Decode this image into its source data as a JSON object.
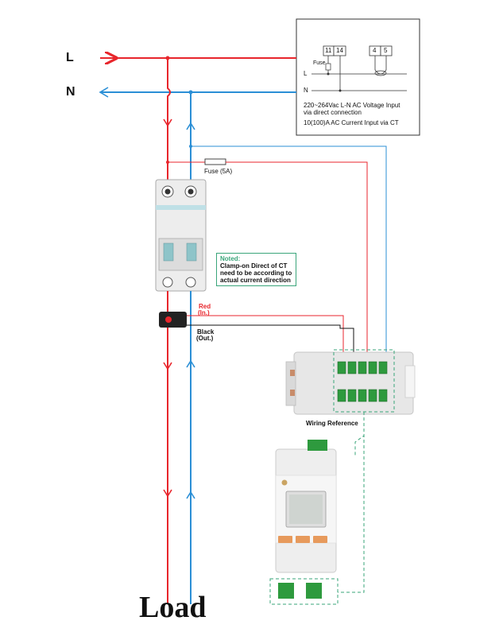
{
  "lines": {
    "L": "L",
    "N": "N"
  },
  "spec_box": {
    "terminals_left": [
      "11",
      "14"
    ],
    "terminals_right": [
      "4",
      "5"
    ],
    "fuse_label": "Fuse",
    "line_L": "L",
    "line_N": "N",
    "text_line1": "220~264Vac L-N AC Voltage Input",
    "text_line2": "via direct connection",
    "text_line3": "10(100)A AC Current Input via CT"
  },
  "fuse": {
    "label": "Fuse (5A)"
  },
  "note": {
    "title": "Noted:",
    "line1": "Clamp-on Direct of CT",
    "line2": "need to be according to",
    "line3": "actual current direction"
  },
  "ct": {
    "red_label": "Red",
    "red_sub": "(In.)",
    "black_label": "Black",
    "black_sub": "(Out.)"
  },
  "wiring_reference": "Wiring Reference",
  "load_label": "Load",
  "colors": {
    "line_red": "#e8262c",
    "neutral_blue": "#2b8fd6",
    "green_dashed": "#3aa57a",
    "terminal_green": "#2e9a3e",
    "button_orange": "#e79a5c"
  }
}
